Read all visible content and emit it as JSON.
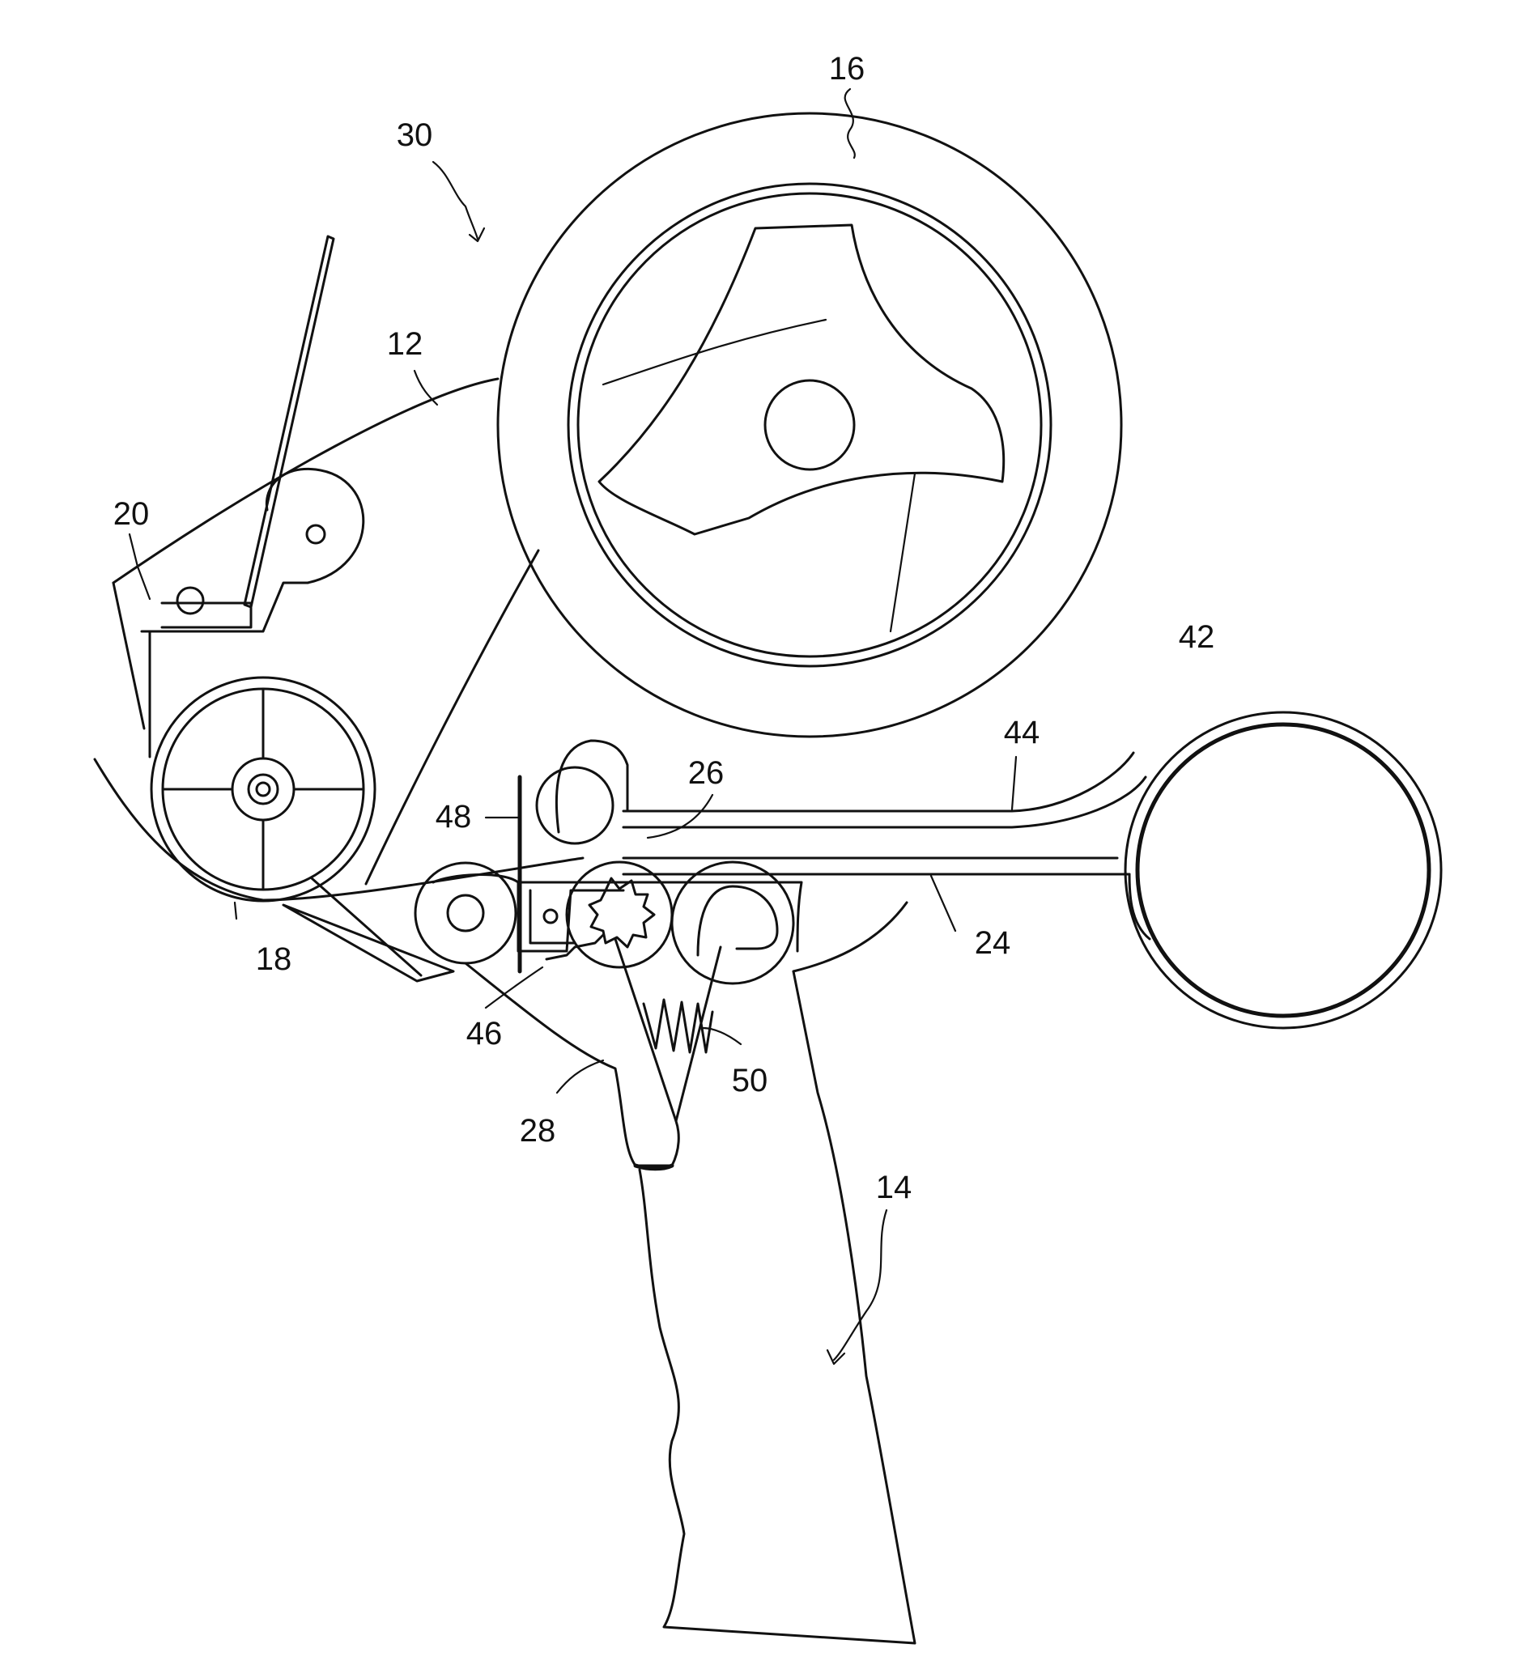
{
  "figure": {
    "reference_labels": {
      "label_16": "16",
      "label_30": "30",
      "label_12": "12",
      "label_20": "20",
      "label_42": "42",
      "label_44": "44",
      "label_26": "26",
      "label_48": "48",
      "label_24": "24",
      "label_18": "18",
      "label_46": "46",
      "label_50": "50",
      "label_28": "28",
      "label_14": "14"
    },
    "colors": {
      "line": "#111111",
      "background": "#ffffff"
    }
  }
}
